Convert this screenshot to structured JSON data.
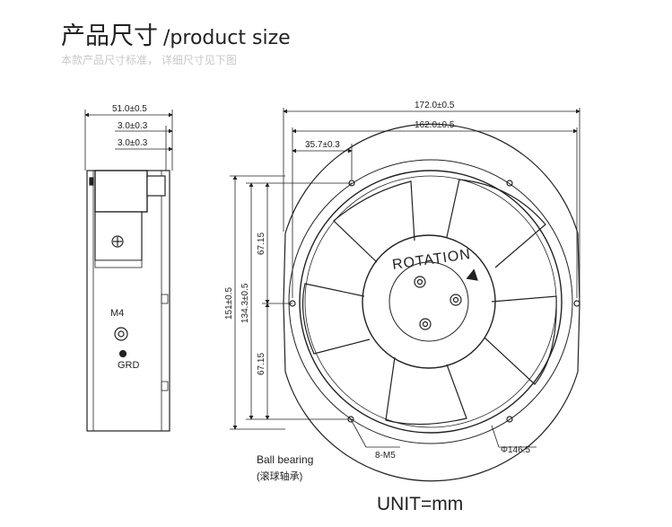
{
  "header": {
    "title_zh": "产品尺寸",
    "title_en": "/product size",
    "subtitle": "本款产品尺寸标准， 详细尺寸见下图"
  },
  "side_view": {
    "dim_width": "51.0±0.5",
    "dim_a": "3.0±0.3",
    "dim_b": "3.0±0.3",
    "screw_label": "M4",
    "ground_label": "GRD"
  },
  "front_view": {
    "dim_overall": "172.0±0.5",
    "dim_hole_span": "162.0±0.5",
    "dim_offset": "35.7±0.3",
    "dim_height": "151±0.5",
    "dim_hole_vertical": "134.3±0.5",
    "dim_half_top": "67.15",
    "dim_half_bottom": "67.15",
    "rotation_label": "ROTATION",
    "hole_label": "8-M5",
    "diameter_label": "Φ146.5",
    "bearing_label": "Ball bearing",
    "bearing_label_zh": "(滚球轴承)"
  },
  "footer": {
    "unit_label": "UNIT=mm"
  }
}
